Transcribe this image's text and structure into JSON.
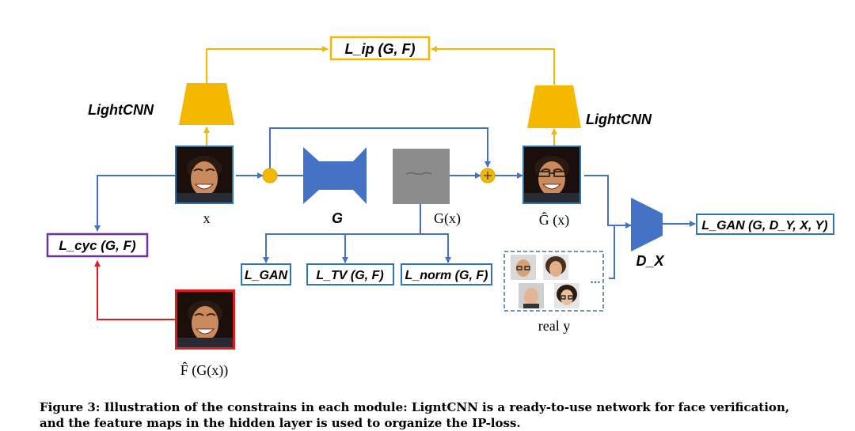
{
  "diagram": {
    "loss_ip": "L_ip (G, F)",
    "lightcnn_left": "LightCNN",
    "lightcnn_right": "LightCNN",
    "input_label": "x",
    "generator_label": "G",
    "gx_label": "G(x)",
    "ghat_label": "Ĝ (x)",
    "loss_cyc": "L_cyc (G, F)",
    "loss_gan_sub": "L_GAN",
    "loss_tv": "L_TV (G, F)",
    "loss_norm": "L_norm (G, F)",
    "loss_gan_main": "L_GAN (G, D_Y, X, Y)",
    "discriminator_label": "D_X",
    "real_label": "real y",
    "dots": "...",
    "fhat_label": "F̂ (G(x))",
    "colors": {
      "yellow": "#f5b800",
      "blue": "#4472c4",
      "purple": "#7030a0",
      "red": "#e31a1c",
      "border_blue": "#2e75b6"
    }
  },
  "caption": {
    "line1": "Figure 3: Illustration of the constrains in each module: LigntCNN is a ready-to-use network for face verification,",
    "line2": "and the feature maps in the hidden layer is used to organize the IP-loss."
  }
}
